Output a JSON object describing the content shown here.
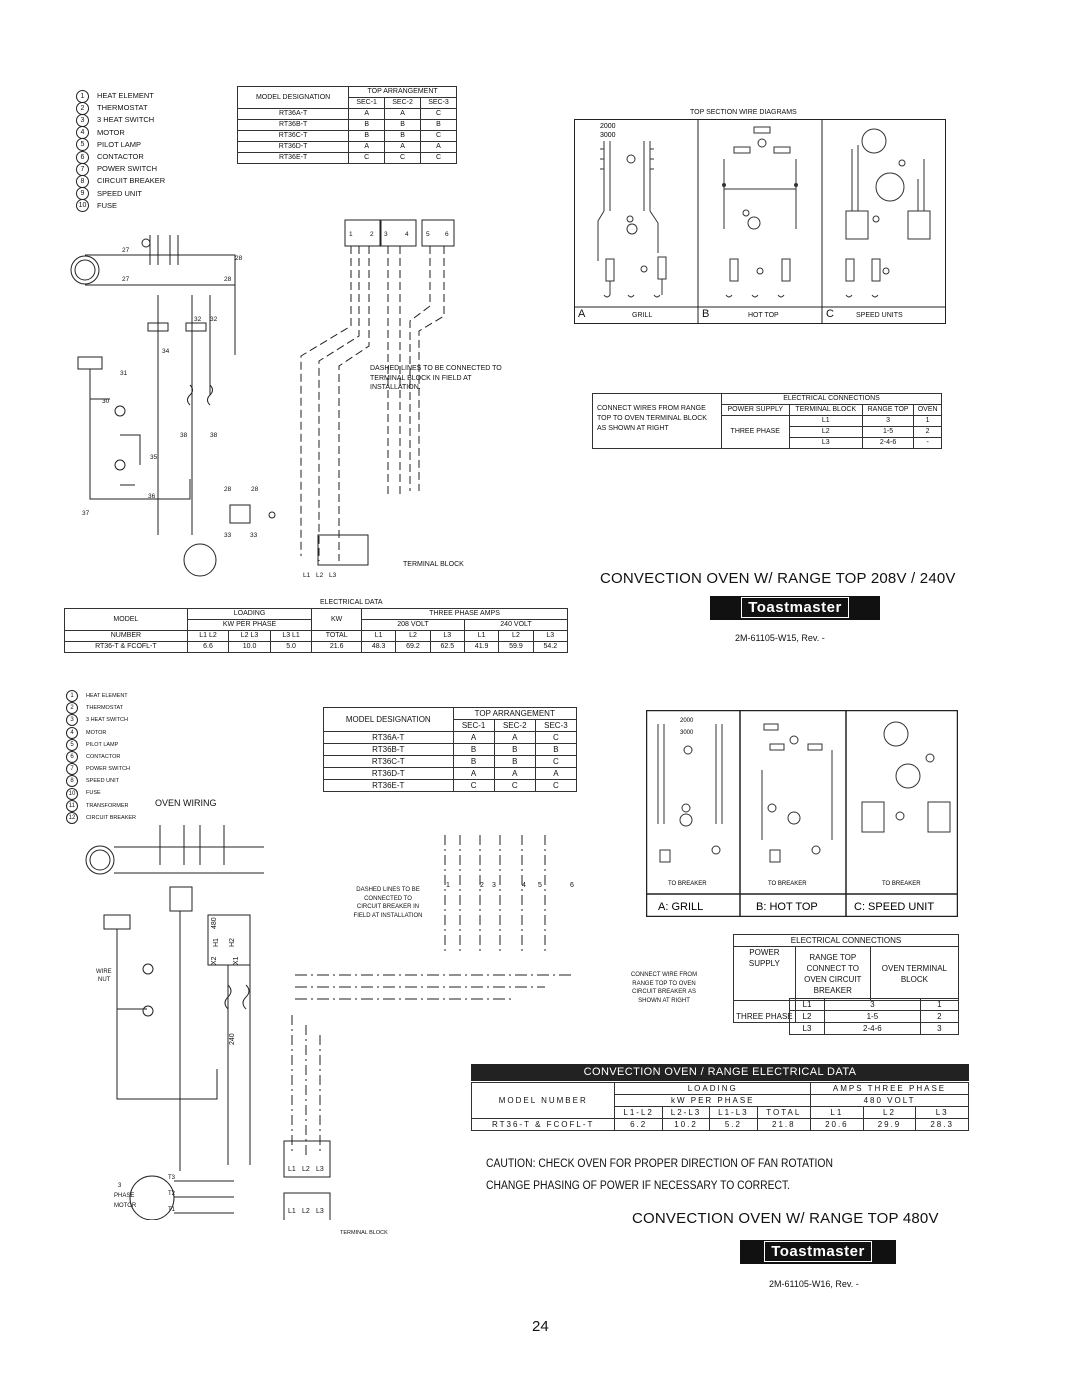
{
  "legend_top": [
    {
      "n": "1",
      "label": "HEAT ELEMENT"
    },
    {
      "n": "2",
      "label": "THERMOSTAT"
    },
    {
      "n": "3",
      "label": "3 HEAT SWITCH"
    },
    {
      "n": "4",
      "label": "MOTOR"
    },
    {
      "n": "5",
      "label": "PILOT LAMP"
    },
    {
      "n": "6",
      "label": "CONTACTOR"
    },
    {
      "n": "7",
      "label": "POWER SWITCH"
    },
    {
      "n": "8",
      "label": "CIRCUIT BREAKER"
    },
    {
      "n": "9",
      "label": "SPEED UNIT"
    },
    {
      "n": "10",
      "label": "FUSE"
    }
  ],
  "legend_bottom": [
    {
      "n": "1",
      "label": "HEAT ELEMENT"
    },
    {
      "n": "2",
      "label": "THERMOSTAT"
    },
    {
      "n": "3",
      "label": "3 HEAT SWITCH"
    },
    {
      "n": "4",
      "label": "MOTOR"
    },
    {
      "n": "5",
      "label": "PILOT LAMP"
    },
    {
      "n": "6",
      "label": "CONTACTOR"
    },
    {
      "n": "7",
      "label": "POWER SWITCH"
    },
    {
      "n": "8",
      "label": "SPEED UNIT"
    },
    {
      "n": "10",
      "label": "FUSE"
    },
    {
      "n": "11",
      "label": "TRANSFORMER"
    },
    {
      "n": "12",
      "label": "CIRCUIT BREAKER"
    }
  ],
  "arrangement": {
    "model_header": "MODEL DESIGNATION",
    "top_header": "TOP ARRANGEMENT",
    "cols": [
      "SEC-1",
      "SEC-2",
      "SEC-3"
    ],
    "rows": [
      [
        "RT36A-T",
        "A",
        "A",
        "C"
      ],
      [
        "RT36B-T",
        "B",
        "B",
        "B"
      ],
      [
        "RT36C-T",
        "B",
        "B",
        "C"
      ],
      [
        "RT36D-T",
        "A",
        "A",
        "A"
      ],
      [
        "RT36E-T",
        "C",
        "C",
        "C"
      ]
    ]
  },
  "top_diagram": {
    "title": "TOP SECTION WIRE DIAGRAMS",
    "panels": [
      {
        "letter": "A",
        "label": "GRILL"
      },
      {
        "letter": "B",
        "label": "HOT TOP"
      },
      {
        "letter": "C",
        "label": "SPEED UNITS"
      }
    ],
    "watts": [
      "2000",
      "3000"
    ],
    "dashed_note": "DASHED LINES TO BE CONNECTED TO TERMINAL BLOCK IN FIELD AT INSTALLATION.",
    "terminal_label": "TERMINAL BLOCK",
    "terminals": [
      "L1",
      "L2",
      "L3"
    ],
    "terminal_pairs": [
      "1",
      "2",
      "3",
      "4",
      "5",
      "6"
    ],
    "wire_numbers": [
      "27",
      "28",
      "27",
      "28",
      "32",
      "32",
      "34",
      "31",
      "30",
      "38",
      "38",
      "35",
      "28",
      "28",
      "36",
      "37",
      "33",
      "33"
    ]
  },
  "elec_conn_top": {
    "title": "ELECTRICAL CONNECTIONS",
    "note": "CONNECT WIRES FROM RANGE TOP TO OVEN TERMINAL BLOCK AS SHOWN AT RIGHT",
    "headers": [
      "POWER SUPPLY",
      "TERMINAL BLOCK",
      "RANGE TOP",
      "OVEN"
    ],
    "phase": "THREE PHASE",
    "rows": [
      [
        "L1",
        "3",
        "1"
      ],
      [
        "L2",
        "1-5",
        "2"
      ],
      [
        "L3",
        "2-4-6",
        "-"
      ]
    ]
  },
  "title_top": "CONVECTION OVEN W/ RANGE TOP 208V / 240V",
  "brand": "Toastmaster",
  "doc_top": "2M-61105-W15, Rev. -",
  "elec_data_top": {
    "title": "ELECTRICAL DATA",
    "model": "MODEL",
    "number": "NUMBER",
    "loading": "LOADING",
    "kw_phase": "KW PER PHASE",
    "kw": "KW",
    "total": "TOTAL",
    "amps": "THREE PHASE AMPS",
    "v208": "208 VOLT",
    "v240": "240 VOLT",
    "load_cols": [
      "L1 L2",
      "L2 L3",
      "L3 L1"
    ],
    "amp_cols": [
      "L1",
      "L2",
      "L3",
      "L1",
      "L2",
      "L3"
    ],
    "row": [
      "RT36-T & FCOFL-T",
      "6.6",
      "10.0",
      "5.0",
      "21.6",
      "48.3",
      "69.2",
      "62.5",
      "41.9",
      "59.9",
      "54.2"
    ]
  },
  "oven_wiring": "OVEN WIRING",
  "bottom_diagram": {
    "watts": [
      "2000",
      "3000"
    ],
    "breaker": "TO BREAKER",
    "panels": [
      "A: GRILL",
      "B: HOT TOP",
      "C: SPEED UNIT"
    ],
    "dashed_note": "DASHED LINES TO BE CONNECTED TO CIRCUIT BREAKER IN FIELD AT INSTALLATION",
    "terminal_label": "TERMINAL BLOCK",
    "terminals": [
      "L1",
      "L2",
      "L3"
    ],
    "phase_motor": [
      "3",
      "PHASE",
      "MOTOR"
    ],
    "motor_terms": [
      "T3",
      "T2",
      "T1"
    ],
    "wire_nut": [
      "WIRE",
      "NUT"
    ],
    "transformer": [
      "480",
      "H1",
      "H2",
      "X2",
      "X1",
      "240"
    ],
    "terminal_pairs": [
      "1",
      "2",
      "3",
      "4",
      "5",
      "6"
    ]
  },
  "elec_conn_bottom": {
    "title": "ELECTRICAL CONNECTIONS",
    "note": "CONNECT WIRE FROM RANGE TOP TO OVEN CIRCUIT BREAKER AS SHOWN AT RIGHT",
    "headers": [
      "POWER SUPPLY",
      "RANGE TOP CONNECT TO OVEN CIRCUIT BREAKER",
      "OVEN TERMINAL BLOCK"
    ],
    "phase": "THREE PHASE",
    "rows": [
      [
        "L1",
        "3",
        "1"
      ],
      [
        "L2",
        "1-5",
        "2"
      ],
      [
        "L3",
        "2-4-6",
        "3"
      ]
    ]
  },
  "elec_data_bottom": {
    "title": "CONVECTION OVEN / RANGE ELECTRICAL DATA",
    "loading": "LOADING",
    "amps": "AMPS THREE PHASE",
    "model": "MODEL NUMBER",
    "kw": "kW PER PHASE",
    "volt": "480 VOLT",
    "cols": [
      "L1-L2",
      "L2-L3",
      "L1-L3",
      "TOTAL",
      "L1",
      "L2",
      "L3"
    ],
    "row": [
      "RT36-T & FCOFL-T",
      "6.2",
      "10.2",
      "5.2",
      "21.8",
      "20.6",
      "29.9",
      "28.3"
    ]
  },
  "caution1": "CAUTION: CHECK OVEN FOR PROPER DIRECTION OF FAN ROTATION",
  "caution2": "CHANGE PHASING OF POWER IF NECESSARY TO CORRECT.",
  "title_bottom": "CONVECTION OVEN W/ RANGE TOP 480V",
  "doc_bottom": "2M-61105-W16, Rev. -",
  "page_number": "24"
}
